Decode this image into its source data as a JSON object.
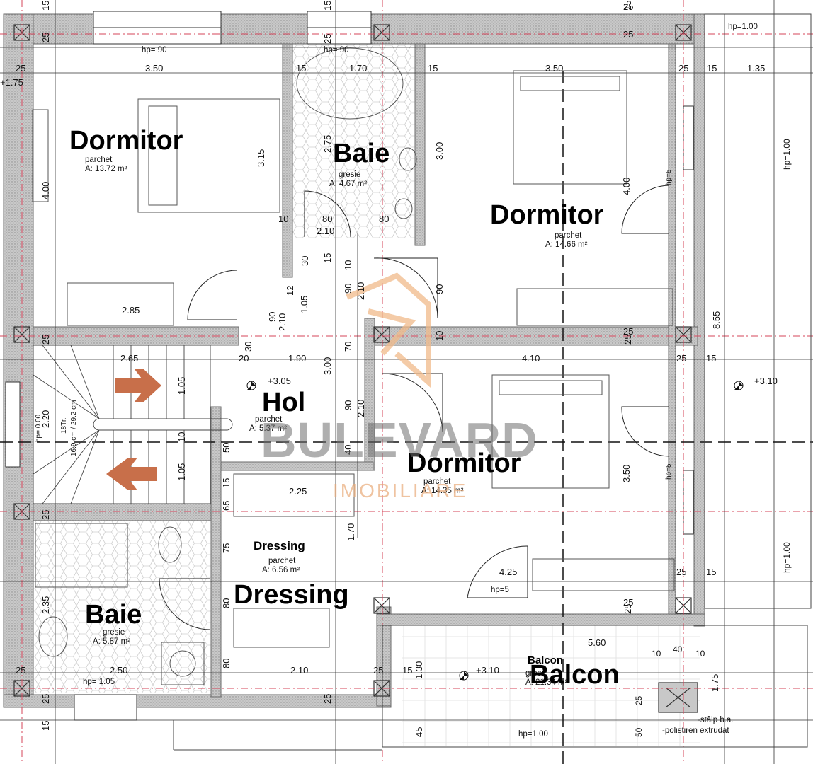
{
  "rooms": {
    "dormitor_nw": {
      "title": "Dormitor",
      "floor": "parchet",
      "area": "A: 13.72 m²"
    },
    "baie_n": {
      "title": "Baie",
      "floor": "gresie",
      "area": "A: 4.67 m²"
    },
    "dormitor_ne": {
      "title": "Dormitor",
      "floor": "parchet",
      "area": "A: 14.66 m²"
    },
    "hol": {
      "title": "Hol",
      "floor": "parchet",
      "area": "A: 5.37 m²"
    },
    "dormitor_se": {
      "title": "Dormitor",
      "floor": "parchet",
      "area": "A: 14.35 m²"
    },
    "dressing": {
      "title": "Dressing",
      "small_title": "Dressing",
      "floor": "parchet",
      "area": "A: 6.56 m²"
    },
    "baie_s": {
      "title": "Baie",
      "floor": "gresie",
      "area": "A: 5.87 m²"
    },
    "balcon": {
      "title": "Balcon",
      "small_title": "Balcon",
      "floor": "gresie",
      "area": "A: 21.34 m²"
    }
  },
  "levels": {
    "hol": "+3.05",
    "terrace": "+3.10",
    "balcon": "+3.10"
  },
  "notes": {
    "hp_90_a": "hp= 90",
    "hp_90_b": "hp= 90",
    "hp_100_top": "hp=1.00",
    "hp_5_a": "hp=5",
    "hp_5_b": "hp=5",
    "hp_5_c": "hp=5",
    "hp_105": "hp= 1.05",
    "hp_100_bottom": "hp=1.00",
    "hp_100_r1": "hp=1.00",
    "hp_100_r2": "hp=1.00",
    "hp_000": "hp= 0.00",
    "stairs": "18Tr.",
    "stairs_dim": "16.9 cm / 29.2 cm",
    "stalp": "-stâlp b.a.",
    "polistiren": "-polistiren extrudat"
  },
  "dims": {
    "h": [
      "3.50",
      "1.70",
      "3.50",
      "1.35",
      "25",
      "15",
      "15",
      "25",
      "15",
      "25",
      "2.85",
      "2.10",
      "80",
      "80",
      "10",
      "2.65",
      "1.90",
      "20",
      "4.10",
      "25",
      "15",
      "2.25",
      "4.25",
      "25",
      "15",
      "5.60",
      "2.50",
      "2.10",
      "25",
      "15",
      "25",
      "10",
      "40",
      "10",
      "25",
      "25",
      "25",
      "+1.75"
    ],
    "v": [
      "4.00",
      "3.15",
      "2.75",
      "3.00",
      "4.00",
      "8.55",
      "30",
      "15",
      "10",
      "90",
      "2.10",
      "90",
      "1.05",
      "12",
      "90",
      "2.10",
      "30",
      "70",
      "3.00",
      "10",
      "2.20",
      "1.05",
      "10",
      "1.05",
      "50",
      "40",
      "90",
      "2.10",
      "15",
      "65",
      "75",
      "1.70",
      "80",
      "2.35",
      "80",
      "3.50",
      "1.30",
      "45",
      "15",
      "1.75",
      "25",
      "50",
      "15",
      "25",
      "25",
      "25",
      "15",
      "15",
      "25",
      "25",
      "25",
      "25",
      "25"
    ]
  },
  "watermark": {
    "main": "BULEVARD",
    "sub": "IMOBILIARE"
  },
  "colors": {
    "wall": "#b9b9b9",
    "axis": "#d4455a",
    "arrow": "#c86f4a",
    "logo": "#f0b98a",
    "tile": "#cfcfcf"
  }
}
